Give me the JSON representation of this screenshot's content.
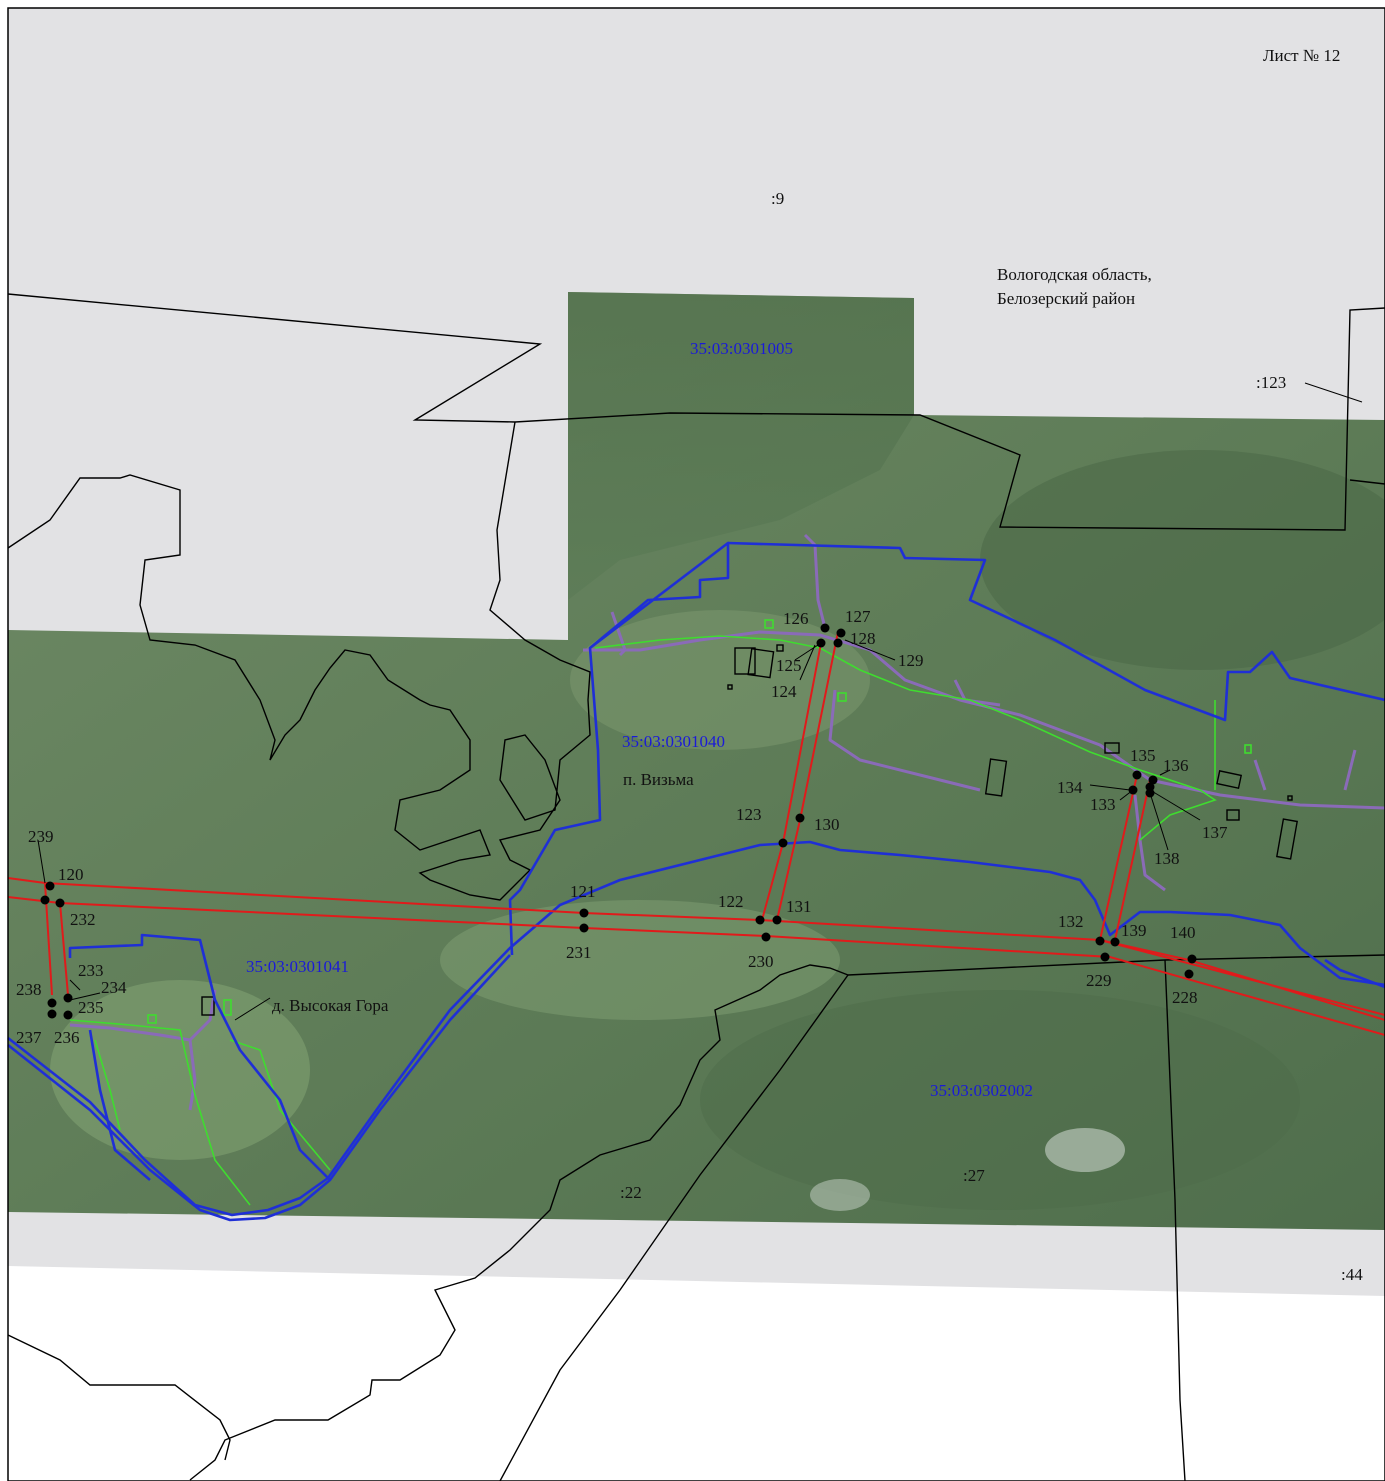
{
  "sheet": "Лист № 12",
  "region": [
    "Вологодская область,",
    "Белозерский район"
  ],
  "parcels": {
    "p9": ":9",
    "p123": ":123",
    "p22": ":22",
    "p27": ":27",
    "p44": ":44"
  },
  "quarters": {
    "q1005": "35:03:0301005",
    "q1040": "35:03:0301040",
    "q1041": "35:03:0301041",
    "q2002": "35:03:0302002"
  },
  "settlements": {
    "vizma": "п. Визьма",
    "vysokaya_gora": "д. Высокая Гора"
  },
  "points": {
    "n120": "120",
    "n121": "121",
    "n122": "122",
    "n123": "123",
    "n124": "124",
    "n125": "125",
    "n126": "126",
    "n127": "127",
    "n128": "128",
    "n129": "129",
    "n130": "130",
    "n131": "131",
    "n132": "132",
    "n133": "133",
    "n134": "134",
    "n135": "135",
    "n136": "136",
    "n137": "137",
    "n138": "138",
    "n139": "139",
    "n140": "140",
    "n228": "228",
    "n229": "229",
    "n230": "230",
    "n231": "231",
    "n232": "232",
    "n233": "233",
    "n234": "234",
    "n235": "235",
    "n236": "236",
    "n237": "237",
    "n238": "238",
    "n239": "239"
  },
  "colors": {
    "background_gray": "#e2e2e4",
    "imagery_green": "#5d7c57",
    "quarter_boundary": "#1f2fd6",
    "route_line": "#e01b1b",
    "road_line": "#8a6bb8",
    "zone_line": "#3fdc2f",
    "parcel_line": "#000000"
  }
}
